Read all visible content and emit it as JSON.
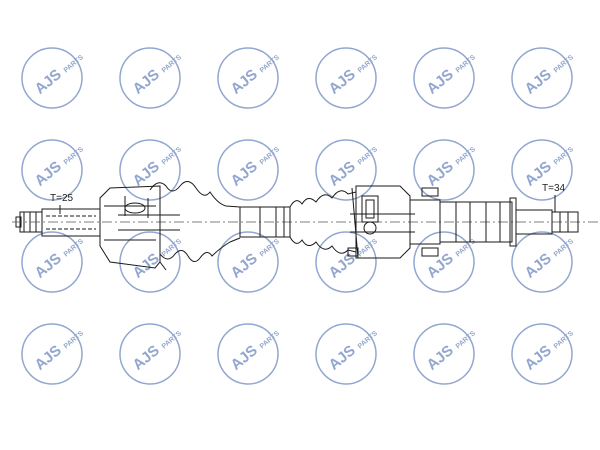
{
  "watermark": {
    "brand": "AJS",
    "suffix": "PARTS",
    "color": "#3a5fa8",
    "icon": "ajs-parts-logo-icon"
  },
  "diagram": {
    "left_spline_label": "T=25",
    "right_spline_label": "T=34",
    "line_color": "#1a1a1a"
  }
}
